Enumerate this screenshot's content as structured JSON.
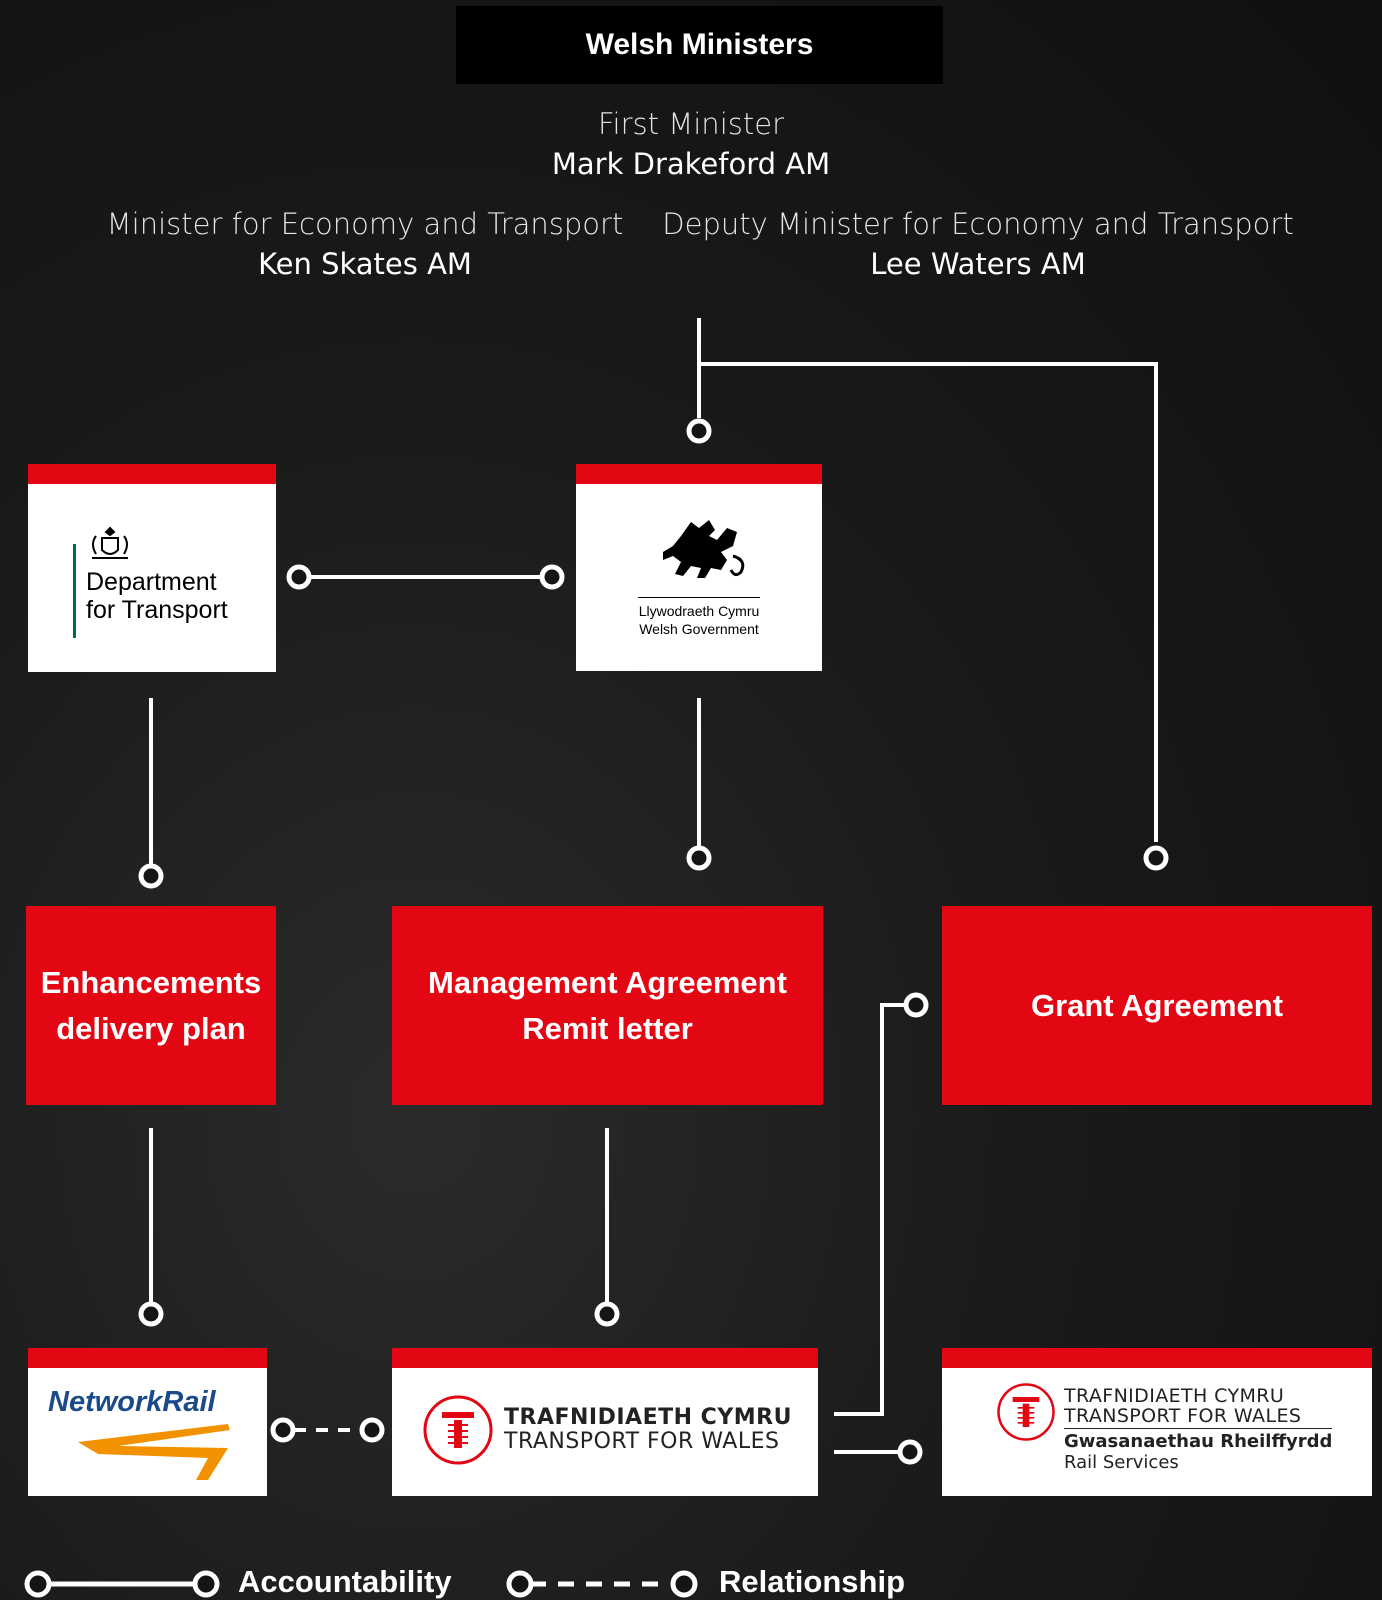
{
  "header": {
    "title": "Welsh Ministers"
  },
  "roles": {
    "first_minister": {
      "title": "First Minister",
      "name": "Mark Drakeford AM"
    },
    "economy_minister": {
      "title": "Minister for Economy and Transport",
      "name": "Ken Skates AM"
    },
    "deputy_minister": {
      "title": "Deputy Minister for Economy and Transport",
      "name": "Lee Waters AM"
    }
  },
  "orgs": {
    "dft": {
      "line1": "Department",
      "line2": "for Transport"
    },
    "welsh_gov": {
      "line1": "Llywodraeth Cymru",
      "line2": "Welsh Government"
    },
    "network_rail": {
      "label": "NetworkRail"
    },
    "tfw": {
      "line1": "TRAFNIDIAETH CYMRU",
      "line2": "TRANSPORT FOR WALES"
    },
    "tfw_rail": {
      "line1": "TRAFNIDIAETH CYMRU",
      "line2": "TRANSPORT FOR WALES",
      "line3": "Gwasanaethau Rheilffyrdd",
      "line4": "Rail Services"
    }
  },
  "documents": {
    "enhancements": {
      "line1": "Enhancements",
      "line2": "delivery plan"
    },
    "management": {
      "line1": "Management Agreement",
      "line2": "Remit letter"
    },
    "grant": {
      "label": "Grant Agreement"
    }
  },
  "legend": {
    "accountability": "Accountability",
    "relationship": "Relationship"
  },
  "colors": {
    "accent": "#e30613",
    "background": "#151515",
    "line": "#ffffff"
  },
  "icons": [
    "royal-coat-of-arms-icon",
    "welsh-dragon-icon",
    "tfw-roundel-icon",
    "network-rail-chevron-icon"
  ]
}
